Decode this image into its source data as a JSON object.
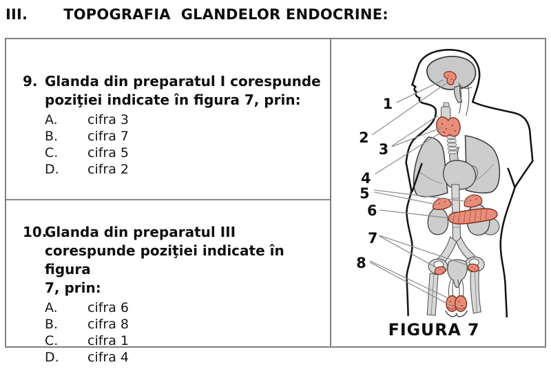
{
  "title": {
    "numeral": "III.",
    "text": "TOPOGRAFIA  GLANDELOR ENDOCRINE:"
  },
  "questions": [
    {
      "number": "9.",
      "lines": [
        "Glanda din preparatul I corespunde",
        "poziţiei indicate în figura 7, prin:"
      ],
      "options": [
        {
          "letter": "A.",
          "text": "cifra 3"
        },
        {
          "letter": "B.",
          "text": "cifra 7"
        },
        {
          "letter": "C.",
          "text": "cifra 5"
        },
        {
          "letter": "D.",
          "text": "cifra 2"
        }
      ]
    },
    {
      "number": "10.",
      "lines": [
        "Glanda din preparatul III",
        "corespunde poziţiei indicate în figura",
        "7, prin:"
      ],
      "options": [
        {
          "letter": "A.",
          "text": "cifra 6"
        },
        {
          "letter": "B.",
          "text": "cifra 8"
        },
        {
          "letter": "C.",
          "text": "cifra 1"
        },
        {
          "letter": "D.",
          "text": "cifra 4"
        }
      ]
    }
  ],
  "figure": {
    "caption": "FIGURA 7",
    "labels": [
      "1",
      "2",
      "3",
      "4",
      "5",
      "6",
      "7",
      "8"
    ],
    "colors": {
      "gland_fill": "#e78d7a",
      "gland_stroke": "#7e2c1c",
      "organ_fill": "#cdcdcd",
      "organ_stroke": "#4a4a4a",
      "body_outline": "#151515",
      "leader_line": "#8f8f8f",
      "table_border": "#7f7f7f"
    }
  }
}
